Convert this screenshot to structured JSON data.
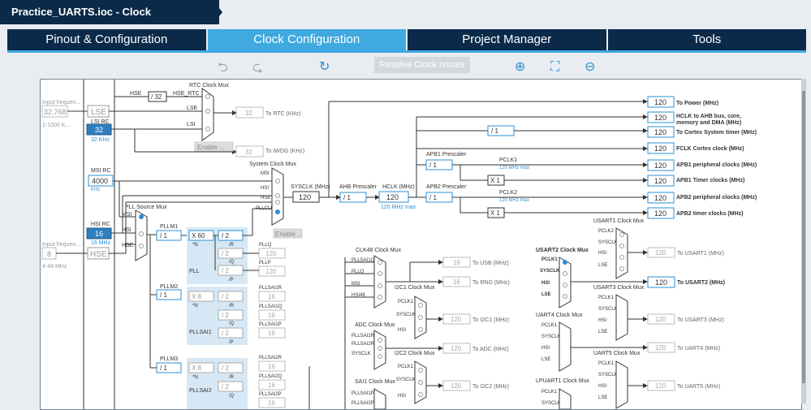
{
  "window": {
    "title": "Practice_UARTS.ioc - Clock Configuration"
  },
  "tabs": [
    {
      "label": "Pinout & Configuration",
      "active": false
    },
    {
      "label": "Clock Configuration",
      "active": true
    },
    {
      "label": "Project Manager",
      "active": false
    },
    {
      "label": "Tools",
      "active": false
    }
  ],
  "toolbar": {
    "resolve_label": "Resolve Clock Issues"
  },
  "inputs": {
    "lse_label": "Input frequen...",
    "lse_value": "32.768",
    "lse_range": "1-1000 K...",
    "hse_label": "Input frequen...",
    "hse_value": "8",
    "hse_range": "4-48 MHz"
  },
  "sources": {
    "lse": "LSE",
    "lsi_rc": "LSI RC",
    "lsi_value": "32",
    "lsi_unit": "32 KHz",
    "msi_rc": "MSI RC",
    "msi_value": "4000",
    "msi_unit": "KHz",
    "hsi_rc": "HSI RC",
    "hsi_value": "16",
    "hsi_unit": "16 MHz",
    "hse": "HSE"
  },
  "rtc": {
    "mux_label": "RTC Clock Mux",
    "hse_in": "HSE",
    "div": "/ 32",
    "hse_rtc": "HSE_RTC",
    "lse_in": "LSE",
    "lsi_in": "LSI",
    "rtc_value": "32",
    "rtc_label": "To RTC (KHz)",
    "iwdg_value": "32",
    "iwdg_label": "To IWDG (KHz)",
    "enable": "Enable ..."
  },
  "sysmux": {
    "label": "System Clock Mux",
    "msi": "MSI",
    "hsi": "HSI",
    "hse": "HSE",
    "pllclk": "PLLCLK",
    "enable": "Enable ...",
    "sysclk_label": "SYSCLK (MHz)",
    "sysclk_value": "120"
  },
  "ahb": {
    "label": "AHB Prescaler",
    "value": "/ 1",
    "hclk_label": "HCLK (MHz)",
    "hclk_value": "120",
    "hclk_max": "120 MHz max"
  },
  "apb1": {
    "label": "APB1 Prescaler",
    "value": "/ 1",
    "pclk": "PCLK1",
    "max": "120 MHz max",
    "x1": "X 1"
  },
  "apb2": {
    "label": "APB2 Prescaler",
    "value": "/ 1",
    "pclk": "PCLK2",
    "max": "120 MHz max",
    "x1": "X 1"
  },
  "cortex_div": "/ 1",
  "outputs": [
    {
      "value": "120",
      "label": "To Power (MHz)"
    },
    {
      "value": "120",
      "label": "HCLK to AHB bus, core,"
    },
    {
      "value": "120",
      "label": "To Cortex System timer (MHz)"
    },
    {
      "value": "120",
      "label": "FCLK Cortex clock (MHz)"
    },
    {
      "value": "120",
      "label": "APB1 peripheral clocks (MHz)"
    },
    {
      "value": "120",
      "label": "APB1 Timer clocks (MHz)"
    },
    {
      "value": "120",
      "label": "APB2 peripheral clocks (MHz)"
    },
    {
      "value": "120",
      "label": "APB2 timer clocks (MHz)"
    }
  ],
  "hclk_label2": "memory and DMA (MHz)",
  "pll": {
    "src_label": "PLL Source Mux",
    "msi": "MSI",
    "hsi": "HSI",
    "hse": "HSE",
    "pllm1_label": "PLLM1",
    "pllm1": "/ 1",
    "n": "X 60",
    "n_label": "*N",
    "r": "/ 2",
    "r_label": "/R",
    "q": "/ 2",
    "q_label": "/Q",
    "p": "/ 2",
    "p_label": "/P",
    "name": "PLL",
    "pllq_label": "PLLQ",
    "pllq": "120",
    "pllp_label": "PLLP",
    "pllp": "120"
  },
  "pllsai1": {
    "pllm_label": "PLLM2",
    "pllm": "/ 1",
    "n": "X 8",
    "n_label": "*N",
    "r": "/ 2",
    "r_label": "/R",
    "q": "/ 2",
    "q_label": "/Q",
    "p": "/ 2",
    "p_label": "/P",
    "name": "PLLSAI1",
    "r_out_label": "PLLSAI1R",
    "r_out": "16",
    "q_out_label": "PLLSAI1Q",
    "q_out": "16",
    "p_out_label": "PLLSAI1P",
    "p_out": "16"
  },
  "pllsai2": {
    "pllm_label": "PLLM3",
    "pllm": "/ 1",
    "n": "X 8",
    "n_label": "*N",
    "r": "/ 2",
    "r_label": "/R",
    "q": "/ 2",
    "q_label": "/Q",
    "name": "PLLSAI2",
    "r_out_label": "PLLSAI2R",
    "r_out": "16",
    "q_out_label": "PLLSAI2Q",
    "q_out": "16",
    "p_out_label": "PLLSAI2P",
    "p_out": "16"
  },
  "clk48": {
    "label": "CLK48 Clock Mux",
    "in1": "PLLSAI1Q",
    "in2": "PLLQ",
    "in3": "MSI",
    "in4": "HSI48",
    "usb": "16",
    "usb_label": "To USB (MHz)",
    "rng": "16",
    "rng_label": "To RNG (MHz)"
  },
  "i2c1": {
    "label": "I2C1 Clock Mux",
    "in1": "PCLK1",
    "in2": "SYSCLK",
    "in3": "HSI",
    "value": "120",
    "out_label": "To I2C1 (MHz)"
  },
  "adc": {
    "label": "ADC Clock Mux",
    "in1": "PLLSAI1R",
    "in2": "PLLSAI2R",
    "in3": "SYSCLK",
    "value": "120",
    "out_label": "To ADC (MHz)"
  },
  "i2c2": {
    "label": "I2C2 Clock Mux",
    "in1": "PCLK1",
    "in2": "SYSCLK",
    "in3": "HSI",
    "value": "120",
    "out_label": "To I2C2 (MHz)"
  },
  "sai1": {
    "label": "SAI1 Clock Mux",
    "in1": "PLLSAI1P",
    "in2": "PLLSAI2P"
  },
  "usart1": {
    "label": "USART1 Clock Mux",
    "in1": "PCLK2",
    "in2": "SYSCLK",
    "in3": "HSI",
    "in4": "LSE",
    "value": "120",
    "out_label": "To USART1 (MHz)"
  },
  "usart2": {
    "label": "USART2 Clock Mux",
    "in1": "PCLK1",
    "in2": "SYSCLK",
    "in3": "HSI",
    "in4": "LSE",
    "value": "120",
    "out_label": "To USART2 (MHz)"
  },
  "usart3": {
    "label": "USART3 Clock Mux",
    "in1": "PCLK1",
    "in2": "SYSCLK",
    "in3": "HSI",
    "in4": "LSE",
    "value": "120",
    "out_label": "To USART3 (MHz)"
  },
  "uart4": {
    "label": "UART4 Clock Mux",
    "in1": "PCLK1",
    "in2": "SYSCLK",
    "in3": "HSI",
    "in4": "LSE",
    "value": "120",
    "out_label": "To UART4 (MHz)"
  },
  "uart5": {
    "label": "UART5 Clock Mux",
    "in1": "PCLK1",
    "in2": "SYSCLK",
    "in3": "HSI",
    "in4": "LSE",
    "value": "120",
    "out_label": "To UART5 (MHz)"
  },
  "lpuart1": {
    "label": "LPUART1 Clock Mux",
    "in1": "PCLK1",
    "in2": "SYSCLK"
  }
}
